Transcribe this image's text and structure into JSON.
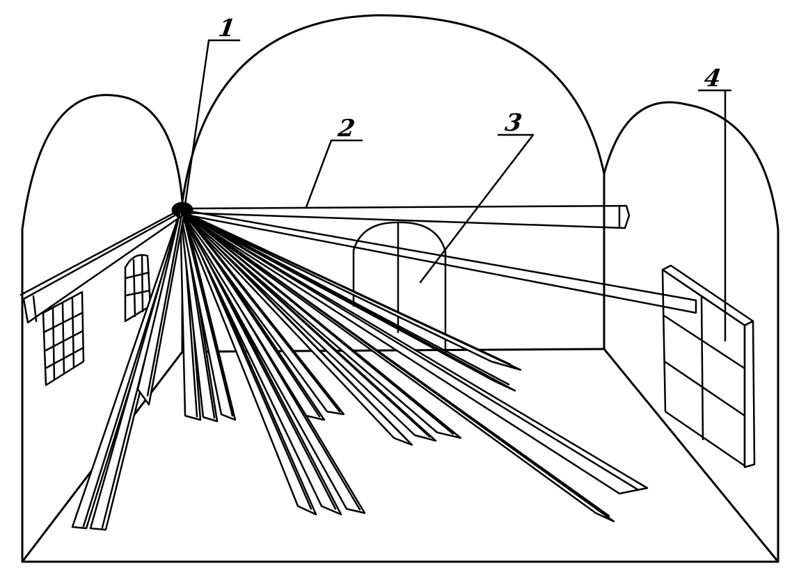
{
  "callouts": [
    {
      "id": "1",
      "text": "1"
    },
    {
      "id": "2",
      "text": "2"
    },
    {
      "id": "3",
      "text": "3"
    },
    {
      "id": "4",
      "text": "4"
    }
  ],
  "colors": {
    "ink": "#000000",
    "paper": "#ffffff"
  }
}
